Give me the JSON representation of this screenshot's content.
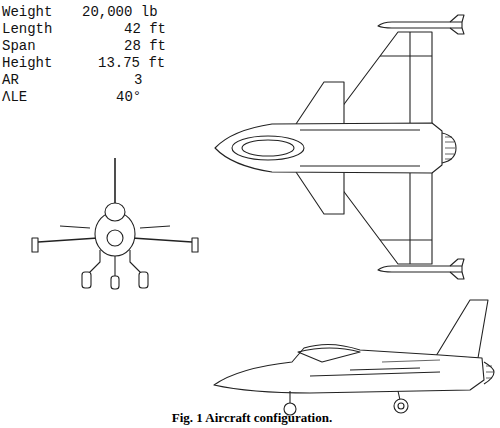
{
  "diagram": {
    "caption": "Fig. 1 Aircraft configuration.",
    "labels": [
      "Weight",
      "20,000 lb",
      "Length",
      "42 ft",
      "Span",
      "28 ft",
      "Height",
      "13.75 ft",
      "AR",
      "3",
      "ΛLE",
      "40°"
    ]
  }
}
